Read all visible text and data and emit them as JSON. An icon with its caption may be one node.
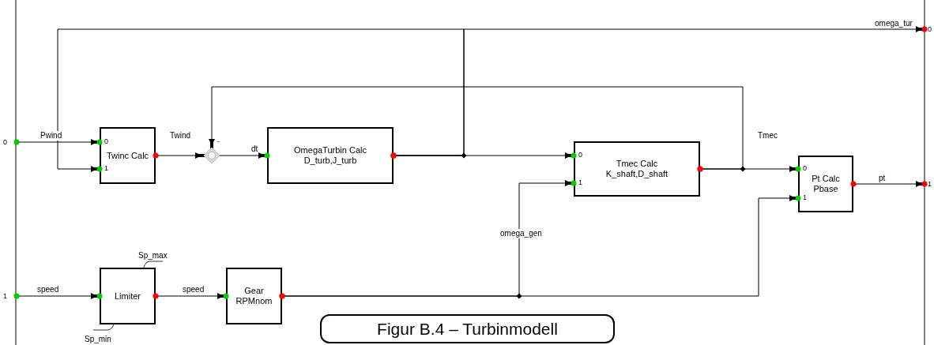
{
  "diagram": {
    "caption": "Figur B.4 – Turbinmodell",
    "nodes": [
      {
        "text": [
          "0"
        ]
      },
      {
        "text": [
          "1"
        ]
      },
      {
        "text": [
          "Twinc Calc"
        ]
      },
      {
        "text": [],
        "shape": "diamond"
      },
      {
        "text": [
          "OmegaTurbin Calc",
          "D_turb,J_turb"
        ]
      },
      {
        "text": [
          "Tmec Calc",
          "K_shaft,D_shaft"
        ]
      },
      {
        "text": [
          "Pt Calc",
          "Pbase"
        ]
      },
      {
        "text": [
          "0"
        ]
      },
      {
        "text": [
          "1"
        ]
      },
      {
        "text": [
          "Limiter"
        ],
        "beside": [
          "Sp_max",
          "Sp_min"
        ]
      },
      {
        "text": [
          "Gear",
          "RPMnom"
        ]
      }
    ],
    "edges": [
      {
        "from": 0,
        "to": 2,
        "arrow": "to",
        "label": "Pwind"
      },
      {
        "from": 4,
        "to": 2,
        "arrow": "to"
      },
      {
        "from": 4,
        "to": 7,
        "arrow": "to",
        "label": "omega_tur"
      },
      {
        "from": 4,
        "to": 5,
        "arrow": "to"
      },
      {
        "from": 2,
        "to": 3,
        "arrow": "to",
        "label": "Twind"
      },
      {
        "from": 3,
        "to": 4,
        "arrow": "to",
        "label": "dt"
      },
      {
        "from": 5,
        "to": 3,
        "arrow": "to",
        "label": "Tmec"
      },
      {
        "from": 5,
        "to": 6,
        "arrow": "to"
      },
      {
        "from": 6,
        "to": 8,
        "arrow": "to",
        "label": "pt"
      },
      {
        "from": 1,
        "to": 9,
        "arrow": "to",
        "label": "speed"
      },
      {
        "from": 9,
        "to": 10,
        "arrow": "to",
        "label": "speed"
      },
      {
        "from": 10,
        "to": 5,
        "arrow": "to",
        "label": "omega_gen"
      },
      {
        "from": 10,
        "to": 6,
        "arrow": "to"
      }
    ],
    "labels": [
      "0",
      "1",
      "-",
      "0",
      "1",
      "0",
      "1"
    ]
  }
}
